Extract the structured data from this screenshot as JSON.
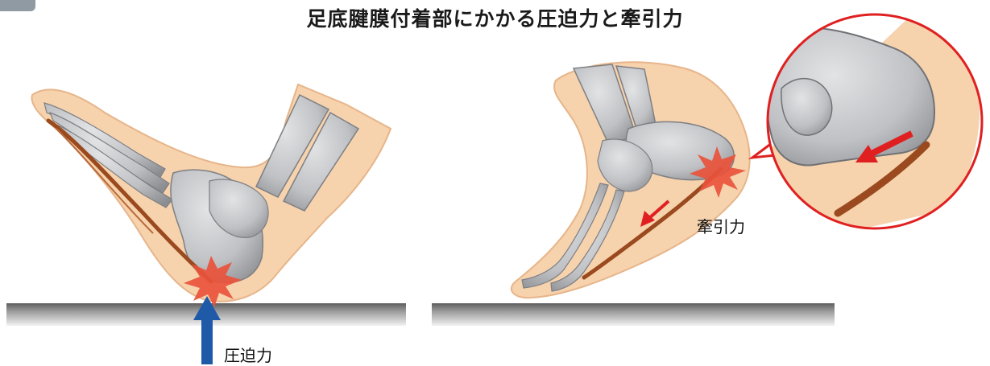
{
  "title": "足底腱膜付着部にかかる圧迫力と牽引力",
  "labels": {
    "compression": "圧迫力",
    "traction": "牽引力"
  },
  "colors": {
    "skin": "#f6d2ad",
    "skin_edge": "#e7b58a",
    "bone": "#c8c9cb",
    "bone_shade": "#8e9094",
    "fascia": "#9a4a1e",
    "burst": "#e9533b",
    "ground": "#6f6f6f",
    "arrow_blue": "#1f5aa8",
    "arrow_red": "#e02020",
    "zoom_circle": "#e02020"
  }
}
